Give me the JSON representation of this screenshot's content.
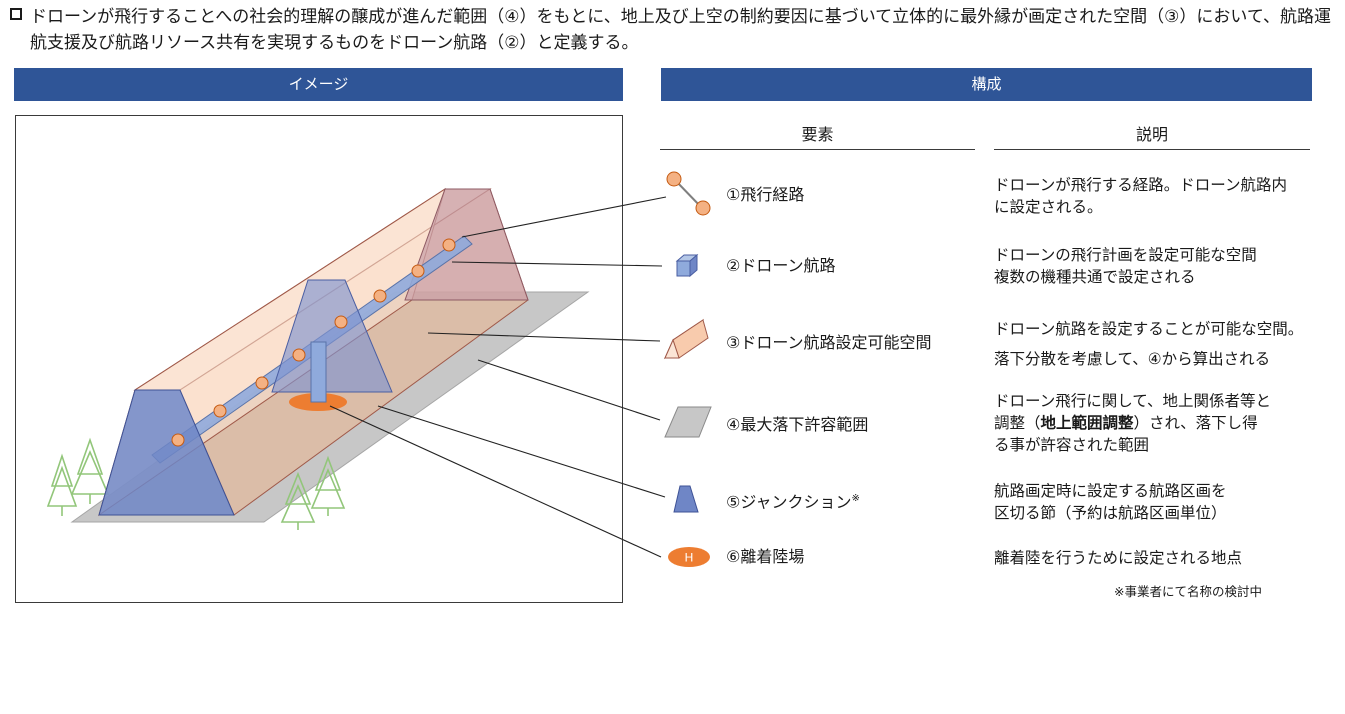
{
  "heading": "ドローンが飛行することへの社会的理解の醸成が進んだ範囲（④）をもとに、地上及び上空の制約要因に基づいて立体的に最外縁が画定された空間（③）において、航路運航支援及び航路リソース共有を実現するものをドローン航路（②）と定義する。",
  "left_panel_title": "イメージ",
  "right_panel_title": "構成",
  "columns": {
    "element": "要素",
    "description": "説明"
  },
  "elements": [
    {
      "label": "①飛行経路",
      "desc": [
        "ドローンが飛行する経路。ドローン航路内",
        "に設定される。"
      ],
      "icon": "flight-path-icon"
    },
    {
      "label": "②ドローン航路",
      "desc": [
        "ドローンの飛行計画を設定可能な空間",
        "複数の機種共通で設定される"
      ],
      "icon": "cube-icon"
    },
    {
      "label": "③ドローン航路設定可能空間",
      "desc": [
        "ドローン航路を設定することが可能な空間。",
        "落下分散を考慮して、④から算出される"
      ],
      "icon": "prism-icon"
    },
    {
      "label": "④最大落下許容範囲",
      "desc_pre": [
        "ドローン飛行に関して、地上関係者等と"
      ],
      "desc_mid_before": "調整（",
      "desc_mid_bold": "地上範囲調整",
      "desc_mid_after": "）され、落下し得",
      "desc_post": "る事が許容された範囲",
      "icon": "parallelogram-icon"
    },
    {
      "label": "⑤ジャンクション",
      "label_sup": "※",
      "desc": [
        "航路画定時に設定する航路区画を",
        "区切る節（予約は航路区画単位）"
      ],
      "icon": "trapezoid-icon"
    },
    {
      "label": "⑥離着陸場",
      "desc": [
        "離着陸を行うために設定される地点"
      ],
      "icon": "helipad-icon",
      "icon_text": "H"
    }
  ],
  "footnote": "※事業者にて名称の検討中",
  "colors": {
    "header_bar": "#2f5597",
    "flight_point": "#f4b183",
    "route_cube": "#8faadc",
    "space_fill": "#fbe5d6",
    "ground_fill": "#bfbfbf",
    "junction_fill": "#6f86c6",
    "helipad_fill": "#ed7d31",
    "tree_color": "#a9d18e"
  }
}
